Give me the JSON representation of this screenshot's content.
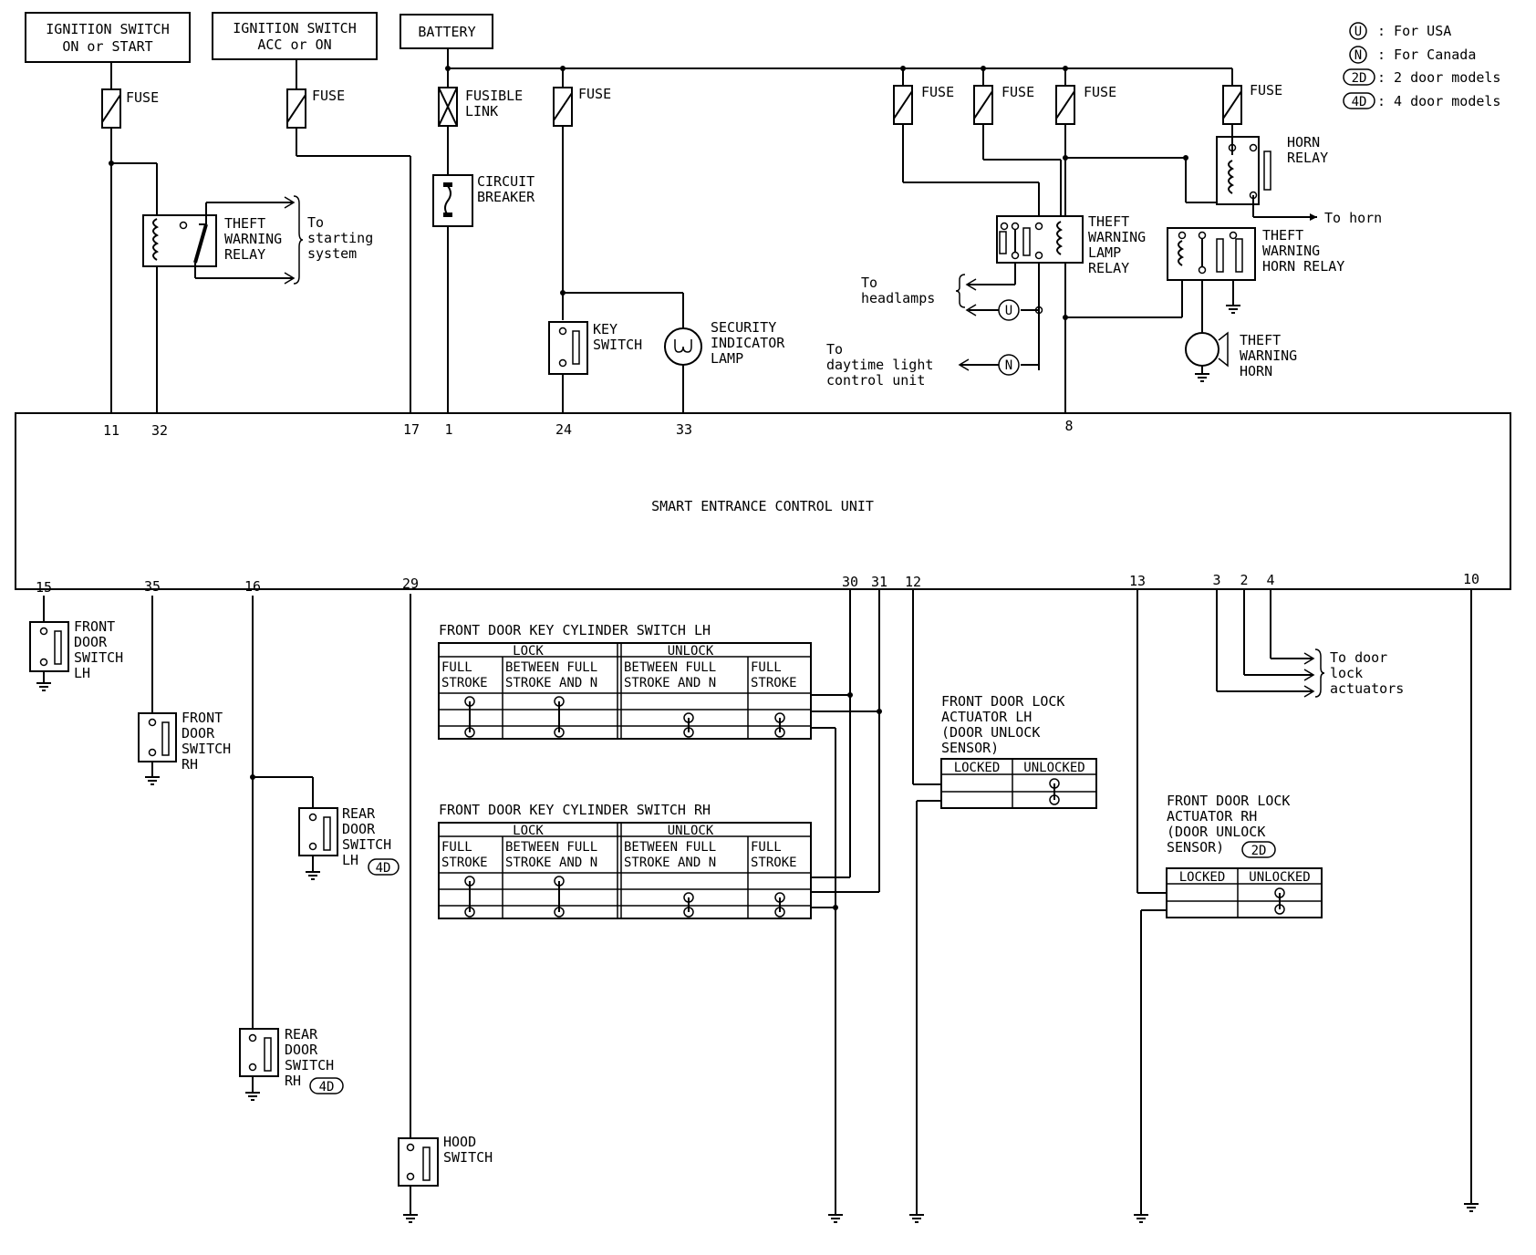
{
  "legend": [
    {
      "sym": "U",
      "text": ": For USA"
    },
    {
      "sym": "N",
      "text": ": For Canada"
    },
    {
      "sym": "2D",
      "text": ": 2 door models"
    },
    {
      "sym": "4D",
      "text": ": 4 door models"
    }
  ],
  "sources": {
    "ign_on": [
      "IGNITION SWITCH",
      "ON or START"
    ],
    "ign_acc": [
      "IGNITION SWITCH",
      "ACC or ON"
    ],
    "battery": "BATTERY"
  },
  "labels": {
    "fuse": "FUSE",
    "fusible_link": [
      "FUSIBLE",
      "LINK"
    ],
    "circuit_breaker": [
      "CIRCUIT",
      "BREAKER"
    ],
    "theft_warning_relay": [
      "THEFT",
      "WARNING",
      "RELAY"
    ],
    "to_starting": [
      "To",
      "starting",
      "system"
    ],
    "key_switch": [
      "KEY",
      "SWITCH"
    ],
    "security_lamp": [
      "SECURITY",
      "INDICATOR",
      "LAMP"
    ],
    "lamp_relay": [
      "THEFT",
      "WARNING",
      "LAMP",
      "RELAY"
    ],
    "to_headlamps": [
      "To",
      "headlamps"
    ],
    "to_drl": [
      "To",
      "daytime light",
      "control unit"
    ],
    "horn_relay": [
      "HORN",
      "RELAY"
    ],
    "to_horn": "To horn",
    "horn_relay_tw": [
      "THEFT",
      "WARNING",
      "HORN RELAY"
    ],
    "theft_horn": [
      "THEFT",
      "WARNING",
      "HORN"
    ],
    "to_door_lock": [
      "To door",
      "lock",
      "actuators"
    ],
    "front_door_lh": [
      "FRONT",
      "DOOR",
      "SWITCH",
      "LH"
    ],
    "front_door_rh": [
      "FRONT",
      "DOOR",
      "SWITCH",
      "RH"
    ],
    "rear_door_lh": [
      "REAR",
      "DOOR",
      "SWITCH",
      "LH"
    ],
    "rear_door_rh": [
      "REAR",
      "DOOR",
      "SWITCH",
      "RH"
    ],
    "hood_switch": [
      "HOOD",
      "SWITCH"
    ],
    "actuator_lh": [
      "FRONT DOOR LOCK",
      "ACTUATOR LH",
      "(DOOR UNLOCK",
      "SENSOR)"
    ],
    "actuator_rh": [
      "FRONT DOOR LOCK",
      "ACTUATOR RH",
      "(DOOR UNLOCK",
      "SENSOR)"
    ],
    "key_cyl_lh": "FRONT DOOR KEY CYLINDER SWITCH LH",
    "key_cyl_rh": "FRONT DOOR KEY CYLINDER SWITCH RH",
    "tag_4d": "4D",
    "tag_2d": "2D",
    "tag_u": "U",
    "tag_n": "N"
  },
  "unit": {
    "name": "SMART ENTRANCE CONTROL UNIT",
    "top_pins": [
      "11",
      "32",
      "17",
      "1",
      "24",
      "33",
      "8"
    ],
    "bottom_pins": [
      "15",
      "35",
      "16",
      "29",
      "30",
      "31",
      "12",
      "13",
      "3",
      "2",
      "4",
      "10"
    ]
  },
  "switch_table": {
    "groups": [
      "LOCK",
      "UNLOCK"
    ],
    "cols": [
      [
        "FULL",
        "STROKE"
      ],
      [
        "BETWEEN FULL",
        "STROKE AND N"
      ],
      [
        "BETWEEN FULL",
        "STROKE AND N"
      ],
      [
        "FULL",
        "STROKE"
      ]
    ]
  },
  "sensor_table": {
    "cols": [
      "LOCKED",
      "UNLOCKED"
    ]
  }
}
